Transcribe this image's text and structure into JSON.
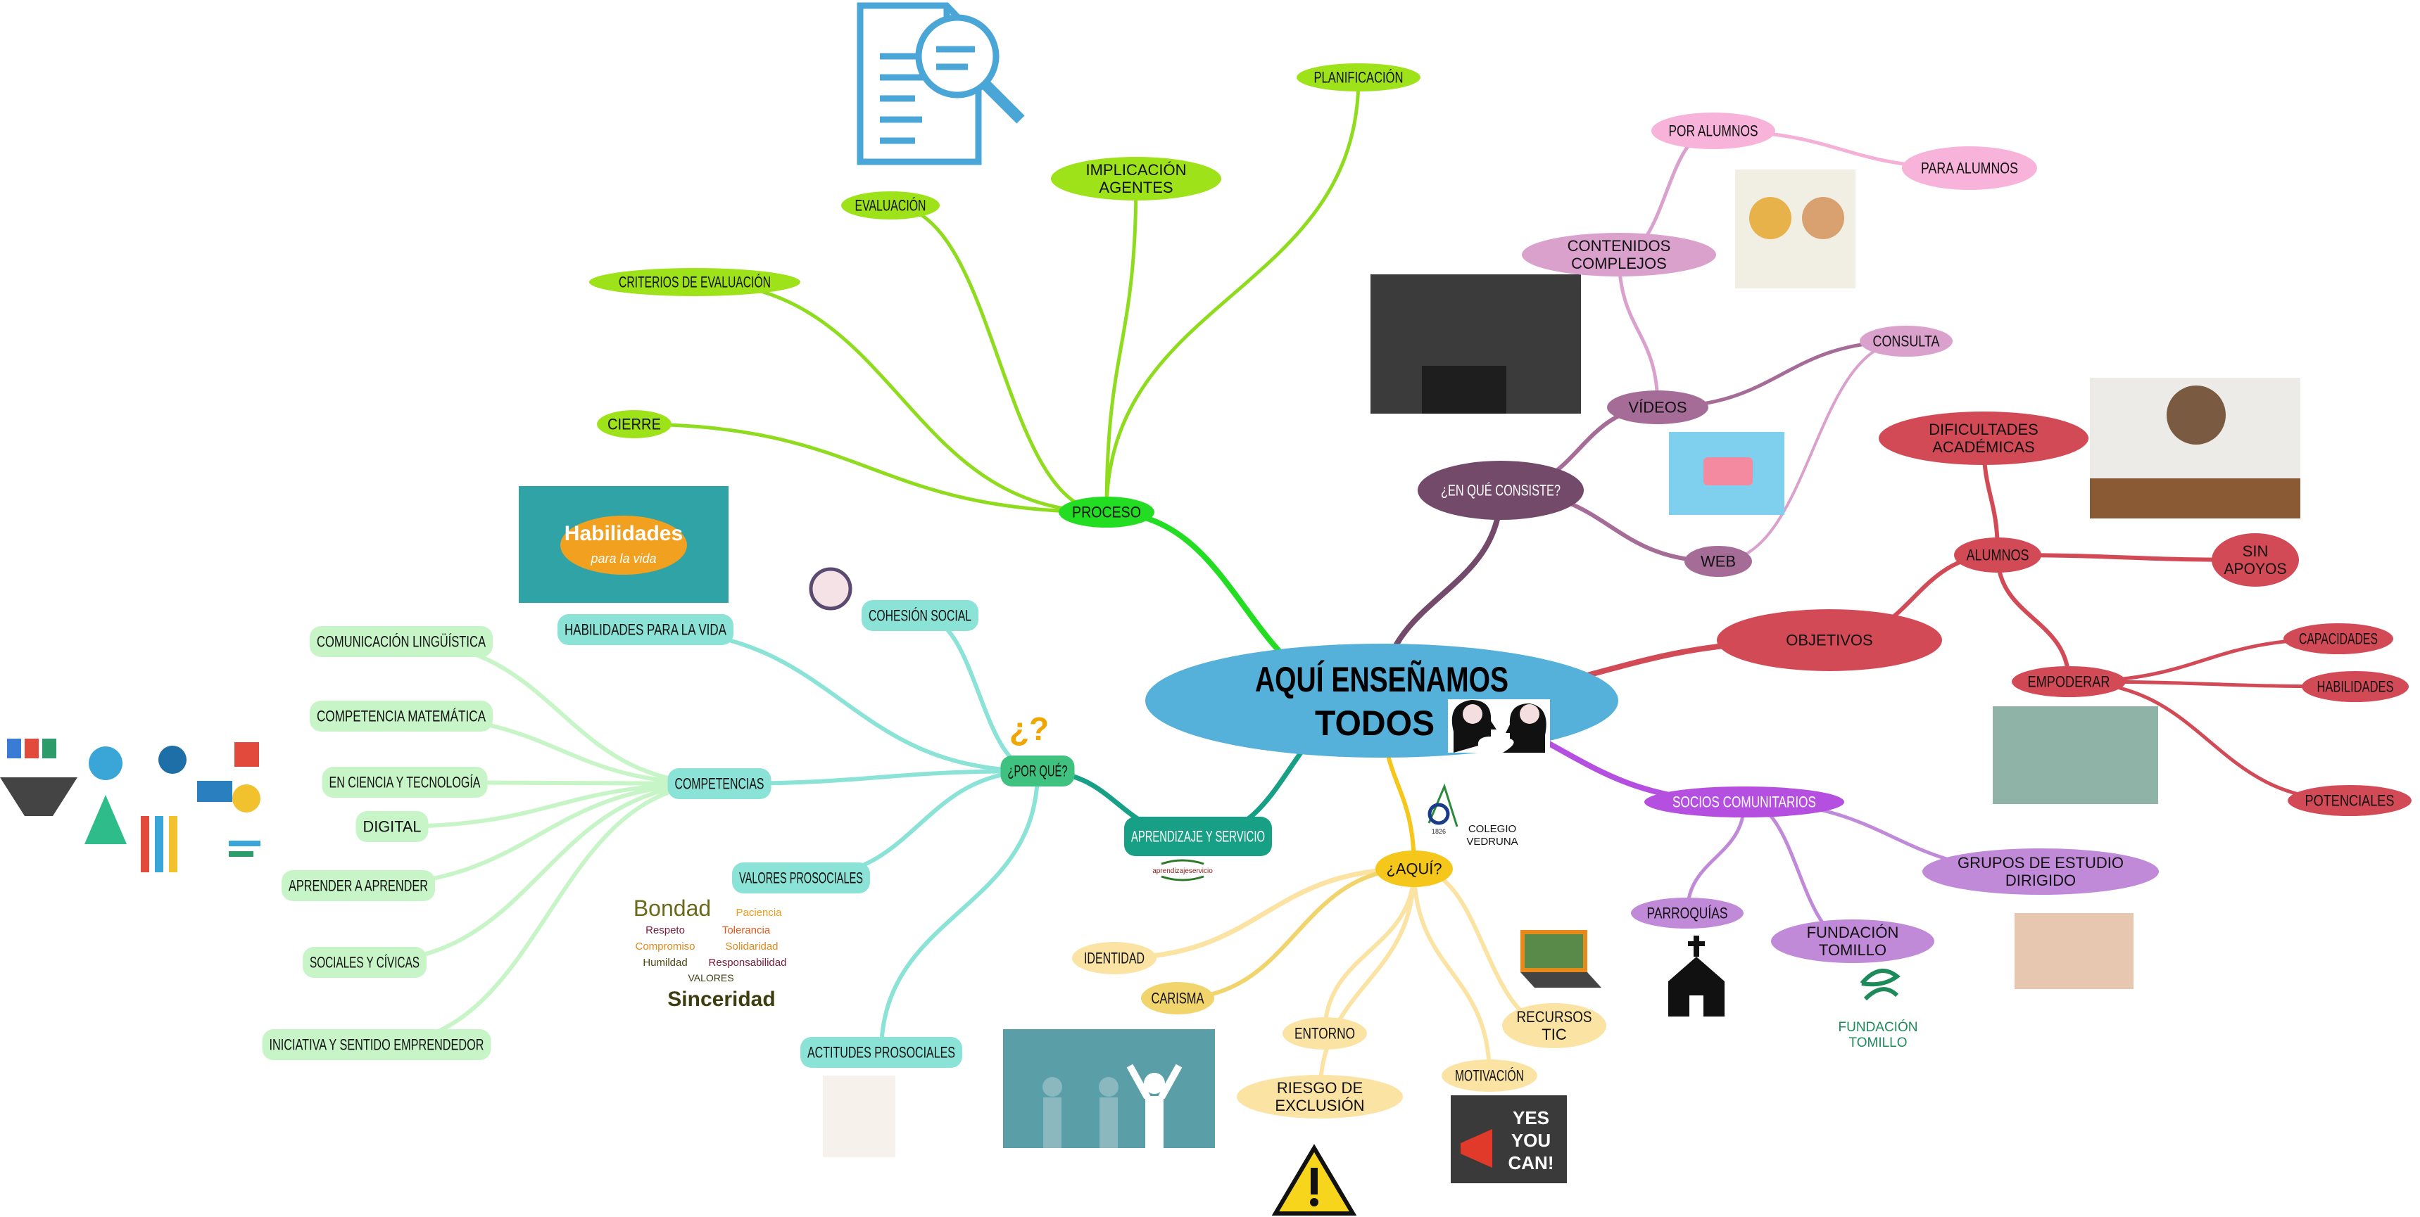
{
  "central": {
    "lines": [
      "AQUÍ ENSEÑAMOS",
      "TODOS"
    ],
    "color": "#55b1d9"
  },
  "colors": {
    "proceso_edge": "#8fdc1e",
    "proceso_root_edge": "#22dd22",
    "consiste_edge": "#734a6a",
    "videos_edge": "#a56c97",
    "contenidos_edge": "#dba1cd",
    "alumnos_edge": "#f5b0d8",
    "objetivos_edge": "#d34a57",
    "socios_edge": "#b44fdf",
    "socios_child_edge": "#c08ad9",
    "porque_edge": "#8ae3d6",
    "competencias_edge": "#c8f5c8",
    "apys_edge": "#17a085",
    "aqui_edge": "#f5c71a",
    "aqui_child_edge": "#fbe3a4",
    "carisma_edge": "#f2d46c"
  },
  "nodes": {
    "proceso": {
      "lines": [
        "PROCESO"
      ],
      "fill": "#22dd22",
      "text": "#111"
    },
    "planif": {
      "lines": [
        "PLANIFICACIÓN"
      ],
      "fill": "#9ee21a",
      "text": "#111"
    },
    "impl": {
      "lines": [
        "IMPLICACIÓN",
        "AGENTES"
      ],
      "fill": "#9ee21a",
      "text": "#111"
    },
    "evaluacion": {
      "lines": [
        "EVALUACIÓN"
      ],
      "fill": "#9ee21a",
      "text": "#111"
    },
    "criterios": {
      "lines": [
        "CRITERIOS DE EVALUACIÓN"
      ],
      "fill": "#9ee21a",
      "text": "#111"
    },
    "cierre": {
      "lines": [
        "CIERRE"
      ],
      "fill": "#9ee21a",
      "text": "#111"
    },
    "consiste": {
      "lines": [
        "¿EN QUÉ CONSISTE?"
      ],
      "fill": "#734a6a",
      "text": "#fff"
    },
    "videos": {
      "lines": [
        "VÍDEOS"
      ],
      "fill": "#a56c97",
      "text": "#111"
    },
    "web": {
      "lines": [
        "WEB"
      ],
      "fill": "#a56c97",
      "text": "#111"
    },
    "consulta": {
      "lines": [
        "CONSULTA"
      ],
      "fill": "#dba1cd",
      "text": "#111"
    },
    "contenidos": {
      "lines": [
        "CONTENIDOS",
        "COMPLEJOS"
      ],
      "fill": "#dba1cd",
      "text": "#111"
    },
    "poralumnos": {
      "lines": [
        "POR ALUMNOS"
      ],
      "fill": "#f7b3da",
      "text": "#111"
    },
    "paraalumnos": {
      "lines": [
        "PARA ALUMNOS"
      ],
      "fill": "#f7b3da",
      "text": "#111"
    },
    "objetivos": {
      "lines": [
        "OBJETIVOS"
      ],
      "fill": "#d34a57",
      "text": "#111"
    },
    "dificultades": {
      "lines": [
        "DIFICULTADES",
        "ACADÉMICAS"
      ],
      "fill": "#d34a57",
      "text": "#111"
    },
    "alumnos": {
      "lines": [
        "ALUMNOS"
      ],
      "fill": "#d34a57",
      "text": "#111"
    },
    "sinapoyos": {
      "lines": [
        "SIN",
        "APOYOS"
      ],
      "fill": "#d34a57",
      "text": "#111"
    },
    "empoderar": {
      "lines": [
        "EMPODERAR"
      ],
      "fill": "#d34a57",
      "text": "#111"
    },
    "capacidades": {
      "lines": [
        "CAPACIDADES"
      ],
      "fill": "#d34a57",
      "text": "#111"
    },
    "habilidades": {
      "lines": [
        "HABILIDADES"
      ],
      "fill": "#d34a57",
      "text": "#111"
    },
    "potenciales": {
      "lines": [
        "POTENCIALES"
      ],
      "fill": "#d34a57",
      "text": "#111"
    },
    "socios": {
      "lines": [
        "SOCIOS COMUNITARIOS"
      ],
      "fill": "#b44fdf",
      "text": "#fff"
    },
    "parroquias": {
      "lines": [
        "PARROQUÍAS"
      ],
      "fill": "#c08ad9",
      "text": "#111"
    },
    "tomillo": {
      "lines": [
        "FUNDACIÓN",
        "TOMILLO"
      ],
      "fill": "#c08ad9",
      "text": "#111"
    },
    "grupos": {
      "lines": [
        "GRUPOS DE ESTUDIO",
        "DIRIGIDO"
      ],
      "fill": "#c08ad9",
      "text": "#111"
    },
    "porque": {
      "lines": [
        "¿POR QUÉ?"
      ],
      "fill": "#3fc17f",
      "text": "#111"
    },
    "cohesion": {
      "lines": [
        "COHESIÓN SOCIAL"
      ],
      "fill": "#8ae3d6",
      "text": "#111"
    },
    "habvida": {
      "lines": [
        "HABILIDADES PARA LA VIDA"
      ],
      "fill": "#8ae3d6",
      "text": "#111"
    },
    "competencias": {
      "lines": [
        "COMPETENCIAS"
      ],
      "fill": "#8ae3d6",
      "text": "#111"
    },
    "valores": {
      "lines": [
        "VALORES PROSOCIALES"
      ],
      "fill": "#8ae3d6",
      "text": "#111"
    },
    "actitudes": {
      "lines": [
        "ACTITUDES PROSOCIALES"
      ],
      "fill": "#8ae3d6",
      "text": "#111"
    },
    "com": {
      "lines": [
        "COMUNICACIÓN LINGÜÍSTICA"
      ],
      "fill": "#c8f5c8",
      "text": "#111"
    },
    "mat": {
      "lines": [
        "COMPETENCIA MATEMÁTICA"
      ],
      "fill": "#c8f5c8",
      "text": "#111"
    },
    "cien": {
      "lines": [
        "EN CIENCIA Y TECNOLOGÍA"
      ],
      "fill": "#c8f5c8",
      "text": "#111"
    },
    "dig": {
      "lines": [
        "DIGITAL"
      ],
      "fill": "#c8f5c8",
      "text": "#111"
    },
    "apr": {
      "lines": [
        "APRENDER A APRENDER"
      ],
      "fill": "#c8f5c8",
      "text": "#111"
    },
    "soc": {
      "lines": [
        "SOCIALES Y CÍVICAS"
      ],
      "fill": "#c8f5c8",
      "text": "#111"
    },
    "ini": {
      "lines": [
        "INICIATIVA Y SENTIDO EMPRENDEDOR"
      ],
      "fill": "#c8f5c8",
      "text": "#111"
    },
    "apys": {
      "lines": [
        "APRENDIZAJE Y SERVICIO"
      ],
      "fill": "#17a085",
      "text": "#fff"
    },
    "aqui": {
      "lines": [
        "¿AQUÍ?"
      ],
      "fill": "#f5c71a",
      "text": "#111"
    },
    "identidad": {
      "lines": [
        "IDENTIDAD"
      ],
      "fill": "#fbe3a4",
      "text": "#111"
    },
    "carisma": {
      "lines": [
        "CARISMA"
      ],
      "fill": "#f2d46c",
      "text": "#111"
    },
    "entorno": {
      "lines": [
        "ENTORNO"
      ],
      "fill": "#fbe3a4",
      "text": "#111"
    },
    "riesgo": {
      "lines": [
        "RIESGO DE",
        "EXCLUSIÓN"
      ],
      "fill": "#fbe3a4",
      "text": "#111"
    },
    "motivacion": {
      "lines": [
        "MOTIVACIÓN"
      ],
      "fill": "#fbe3a4",
      "text": "#111"
    },
    "recursos": {
      "lines": [
        "RECURSOS",
        "TIC"
      ],
      "fill": "#fbe3a4",
      "text": "#111"
    }
  },
  "captions": {
    "colegio": [
      "COLEGIO",
      "VEDRUNA"
    ],
    "vedruna_year": "1826",
    "aprendizaje_logo": "aprendizajeservicio",
    "tomillo_logo": [
      "FUNDACIÓN",
      "TOMILLO"
    ],
    "habilidades_poster": [
      "Habilidades",
      "para la vida"
    ],
    "yes_you_can": [
      "YES",
      "YOU",
      "CAN!"
    ],
    "word_cloud": [
      "Bondad",
      "Sinceridad",
      "Respeto",
      "Tolerancia",
      "Compromiso",
      "Solidaridad",
      "Responsabilidad",
      "Paciencia",
      "Humildad",
      "VALORES"
    ]
  }
}
